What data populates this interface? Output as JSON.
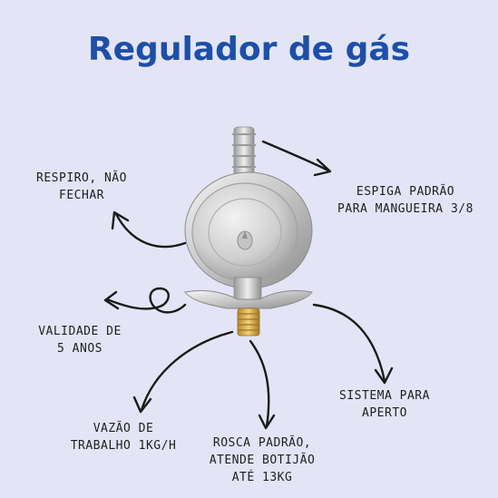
{
  "title": "Regulador de gás",
  "labels": {
    "respiro": [
      "RESPIRO, NÃO",
      "FECHAR"
    ],
    "espiga": [
      "ESPIGA PADRÃO",
      "PARA MANGUEIRA 3/8"
    ],
    "validade": [
      "VALIDADE DE",
      "5 ANOS"
    ],
    "sistema": [
      "SISTEMA PARA",
      "APERTO"
    ],
    "vazao": [
      "VAZÃO DE",
      "TRABALHO 1KG/H"
    ],
    "rosca": [
      "ROSCA PADRÃO,",
      "ATENDE BOTIJÃO",
      "ATÉ 13KG"
    ]
  },
  "colors": {
    "background": "#e3e5f6",
    "title": "#1d4fa8",
    "text": "#1e1e1e",
    "arrow": "#1a1a1a"
  }
}
